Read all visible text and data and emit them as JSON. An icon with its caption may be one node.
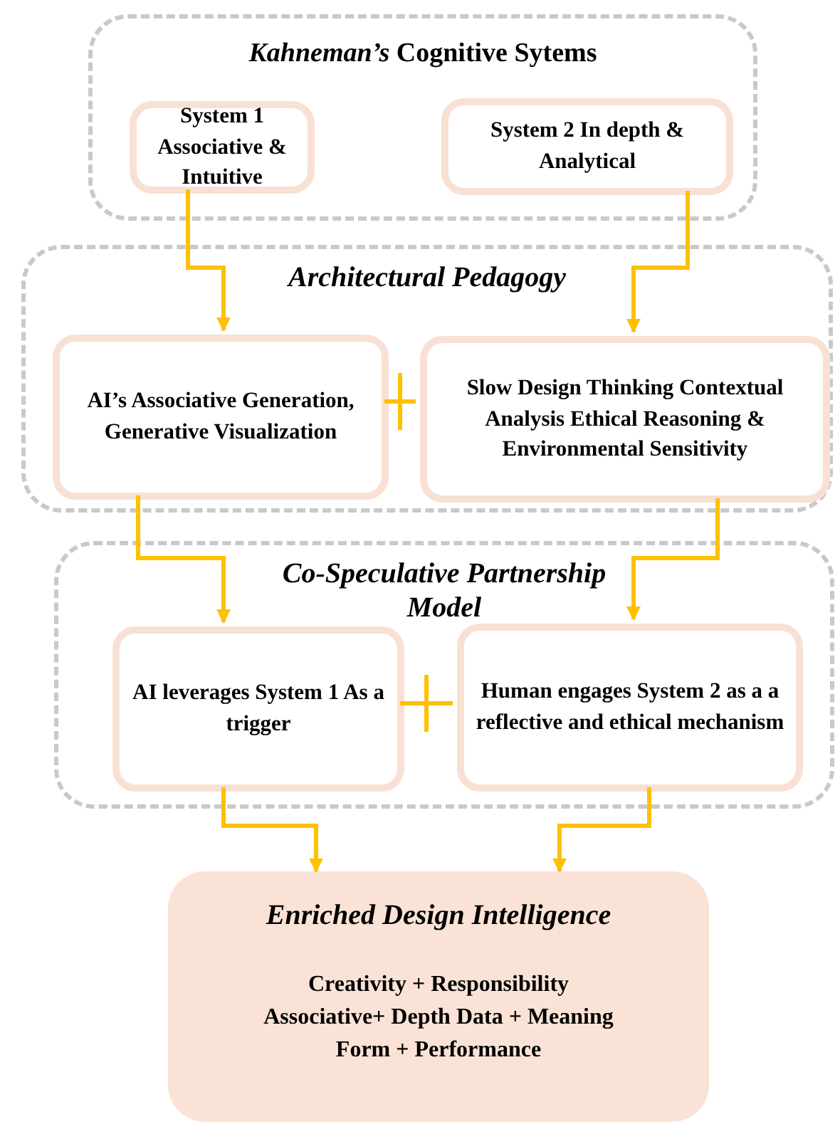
{
  "diagram": {
    "nodes": [
      {
        "text": [
          "*Kahneman’s* Cognitive Sytems"
        ]
      },
      {
        "text": [
          "System 1 Associative & Intuitive"
        ],
        "in": 0
      },
      {
        "text": [
          "System 2 In depth & Analytical"
        ],
        "in": 0
      },
      {
        "text": [
          "Architectural Pedagogy"
        ]
      },
      {
        "text": [
          "AI’s Associative Generation, Generative Visualization"
        ],
        "in": 3
      },
      {
        "text": [
          "Slow Design Thinking Contextual Analysis Ethical Reasoning & Environmental Sensitivity"
        ],
        "in": 3
      },
      {
        "text": [
          "Co-Speculative Partnership Model"
        ]
      },
      {
        "text": [
          "AI leverages System 1 As a trigger"
        ],
        "in": 6
      },
      {
        "text": [
          "Human engages System 2 as a a reflective and ethical mechanism"
        ],
        "in": 6
      },
      {
        "text": [
          "Enriched Design Intelligence",
          "Creativity + Responsibility Associative+ Depth Data + Meaning Form + Performance"
        ]
      }
    ],
    "edges": [
      {
        "from": 1,
        "to": 4,
        "arrow": "to"
      },
      {
        "from": 2,
        "to": 5,
        "arrow": "to"
      },
      {
        "from": 4,
        "to": 5,
        "arrow": "none"
      },
      {
        "from": 4,
        "to": 7,
        "arrow": "to"
      },
      {
        "from": 5,
        "to": 8,
        "arrow": "to"
      },
      {
        "from": 7,
        "to": 8,
        "arrow": "none"
      },
      {
        "from": 7,
        "to": 9,
        "arrow": "to"
      },
      {
        "from": 8,
        "to": 9,
        "arrow": "to"
      }
    ]
  }
}
